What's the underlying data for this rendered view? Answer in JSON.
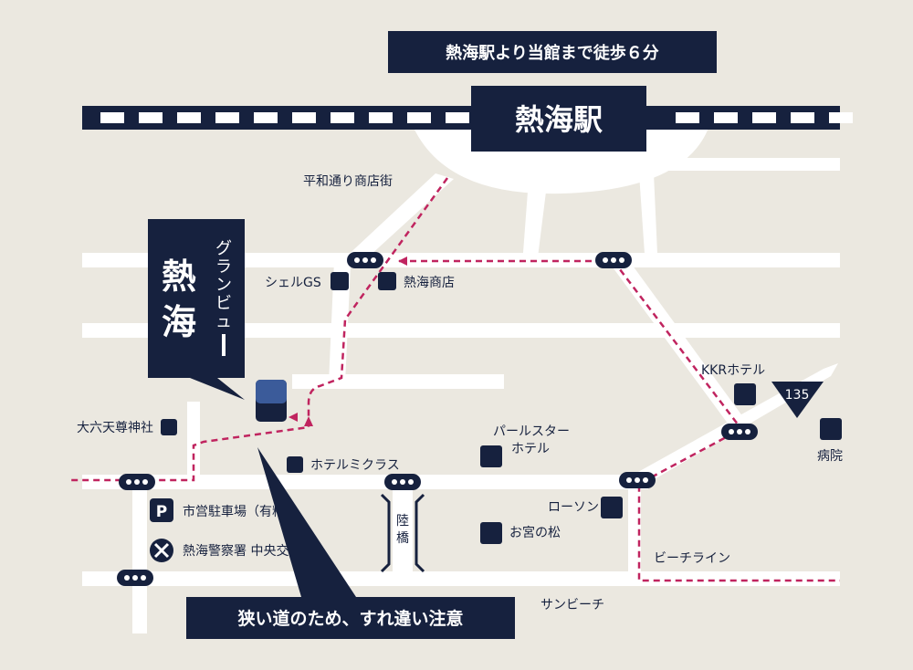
{
  "banner_top": "熱海駅より当館まで徒歩６分",
  "station": "熱海駅",
  "hotel": {
    "name_main": [
      "熱",
      "海"
    ],
    "name_sub": [
      "グ",
      "ラ",
      "ン",
      "ビ",
      "ュ",
      "ー"
    ]
  },
  "caution": "狭い道のため、すれ違い注意",
  "route_shield": "135",
  "landmarks": {
    "heiwa_street": "平和通り商店街",
    "shell": "シェルGS",
    "atami_shop": "熱海商店",
    "kkr": "KKRホテル",
    "hospital": "病院",
    "shrine": "大六天尊神社",
    "hotel_micras": "ホテルミクラス",
    "pearl_star_1": "パールスター",
    "pearl_star_2": "ホテル",
    "lawson": "ローソン",
    "omiya": "お宮の松",
    "beach_line": "ビーチライン",
    "sun_beach": "サンビーチ",
    "parking": "市営駐車場（有料）",
    "parking_glyph": "P",
    "police": "熱海警察署 中央交番",
    "bridge": [
      "陸",
      "橋"
    ]
  },
  "colors": {
    "navy": "#16213e",
    "route": "#c0245f",
    "road": "#ffffff",
    "ground": "#ebe8e0"
  }
}
